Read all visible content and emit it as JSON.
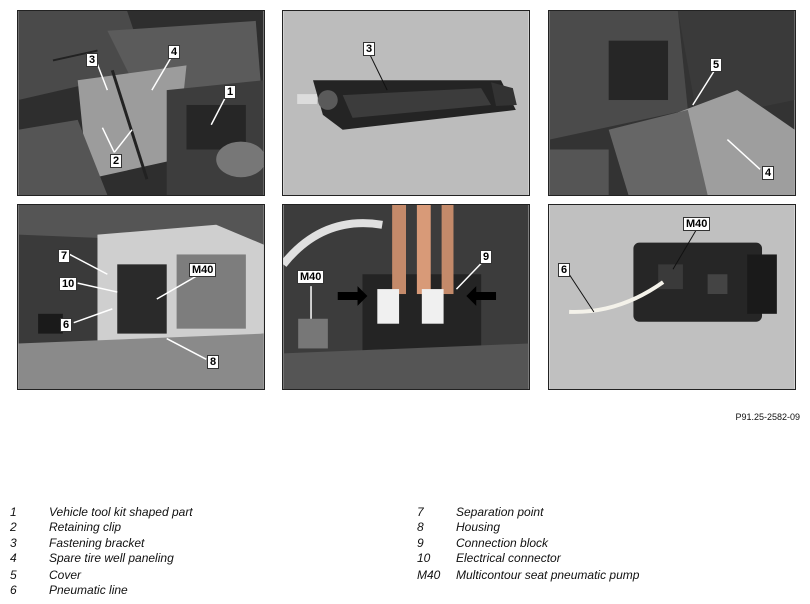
{
  "figure_reference": "P91.25-2582-09",
  "panels": [
    {
      "id": "p1",
      "callouts": [
        "3",
        "4",
        "1",
        "2"
      ]
    },
    {
      "id": "p2",
      "callouts": [
        "3"
      ]
    },
    {
      "id": "p3",
      "callouts": [
        "5",
        "4"
      ]
    },
    {
      "id": "p4",
      "callouts": [
        "M40",
        "7",
        "10",
        "6",
        "8"
      ]
    },
    {
      "id": "p5",
      "callouts": [
        "M40",
        "9"
      ]
    },
    {
      "id": "p6",
      "callouts": [
        "M40",
        "6"
      ]
    }
  ],
  "legend": [
    {
      "num": "1",
      "label": "Vehicle tool kit shaped part"
    },
    {
      "num": "2",
      "label": "Retaining clip"
    },
    {
      "num": "3",
      "label": "Fastening bracket"
    },
    {
      "num": "4",
      "label": "Spare tire well paneling"
    },
    {
      "num": "5",
      "label": "Cover"
    },
    {
      "num": "6",
      "label": "Pneumatic line"
    },
    {
      "num": "7",
      "label": "Separation point"
    },
    {
      "num": "8",
      "label": "Housing"
    },
    {
      "num": "9",
      "label": "Connection block"
    },
    {
      "num": "10",
      "label": "Electrical connector"
    },
    {
      "num": "M40",
      "label": "Multicontour seat pneumatic pump"
    }
  ],
  "colors": {
    "photo_dark": "#3a3a3a",
    "photo_light": "#bdbdbd",
    "callout_bg": "#ffffff"
  }
}
